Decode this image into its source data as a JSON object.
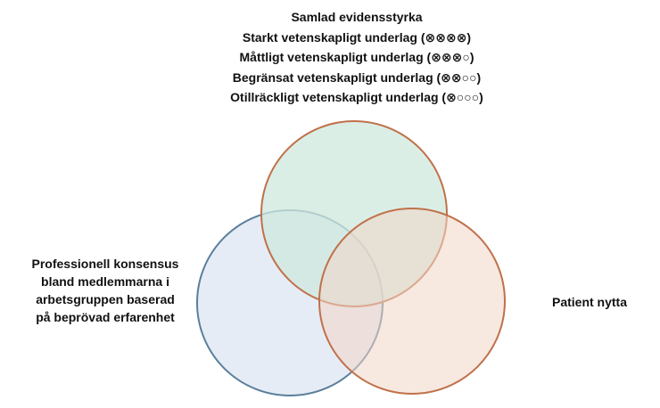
{
  "evidence_block": {
    "lines": [
      "Samlad evidensstyrka",
      "Starkt vetenskapligt underlag (⊗⊗⊗⊗)",
      "Måttligt vetenskapligt underlag (⊗⊗⊗○)",
      "Begränsat vetenskapligt underlag (⊗⊗○○)",
      "Otillräckligt vetenskapligt underlag (⊗○○○)"
    ]
  },
  "consensus_label": {
    "lines": [
      "Professionell konsensus",
      "bland medlemmarna i",
      "arbetsgruppen baserad",
      "på beprövad erfarenhet"
    ]
  },
  "patient_label": {
    "text": "Patient nytta"
  },
  "colors": {
    "top_circle_fill": "#cfe8de",
    "top_circle_stroke": "#c0714a",
    "left_circle_fill": "#dde6f2",
    "left_circle_stroke": "#5b7f9c",
    "right_circle_fill": "#f0d6c6",
    "right_circle_stroke": "#c0714a"
  }
}
